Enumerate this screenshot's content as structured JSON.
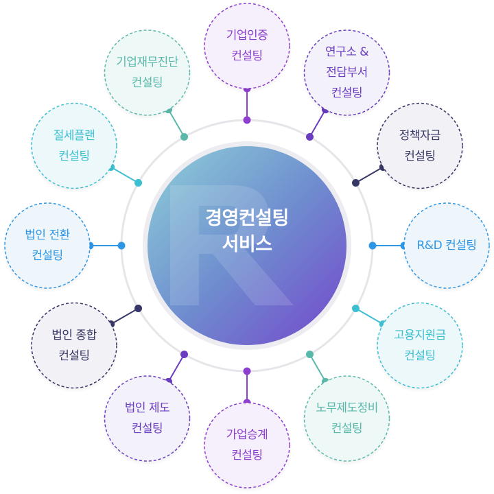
{
  "center": {
    "line1": "경영컨설팅",
    "line2": "서비스"
  },
  "services": [
    {
      "lines": [
        "기업인증",
        "컨설팅"
      ],
      "color": "#8e3fcf",
      "bg": "#f5f0fb"
    },
    {
      "lines": [
        "연구소 &",
        "전담부서",
        "컨설팅"
      ],
      "color": "#6a3cc0",
      "bg": "#f3f1fa"
    },
    {
      "lines": [
        "정책자금",
        "컨설팅"
      ],
      "color": "#363766",
      "bg": "#f2f2f6"
    },
    {
      "lines": [
        "R&D 컨설팅"
      ],
      "color": "#2f96e4",
      "bg": "#eef6fc"
    },
    {
      "lines": [
        "고용지원금",
        "컨설팅"
      ],
      "color": "#3dbfd2",
      "bg": "#edf8fa"
    },
    {
      "lines": [
        "노무제도정비",
        "컨설팅"
      ],
      "color": "#5ab8ab",
      "bg": "#eef8f6"
    },
    {
      "lines": [
        "가업승계",
        "컨설팅"
      ],
      "color": "#8e3fcf",
      "bg": "#f5f0fb"
    },
    {
      "lines": [
        "법인 제도",
        "컨설팅"
      ],
      "color": "#6a3cc0",
      "bg": "#f3f1fa"
    },
    {
      "lines": [
        "법인 종합",
        "컨설팅"
      ],
      "color": "#363766",
      "bg": "#f2f2f6"
    },
    {
      "lines": [
        "법인 전환",
        "컨설팅"
      ],
      "color": "#2f96e4",
      "bg": "#eef6fc"
    },
    {
      "lines": [
        "절세플랜",
        "컨설팅"
      ],
      "color": "#3dbfd2",
      "bg": "#edf8fa"
    },
    {
      "lines": [
        "기업재무진단",
        "컨설팅"
      ],
      "color": "#5ab8ab",
      "bg": "#eef8f6"
    }
  ]
}
